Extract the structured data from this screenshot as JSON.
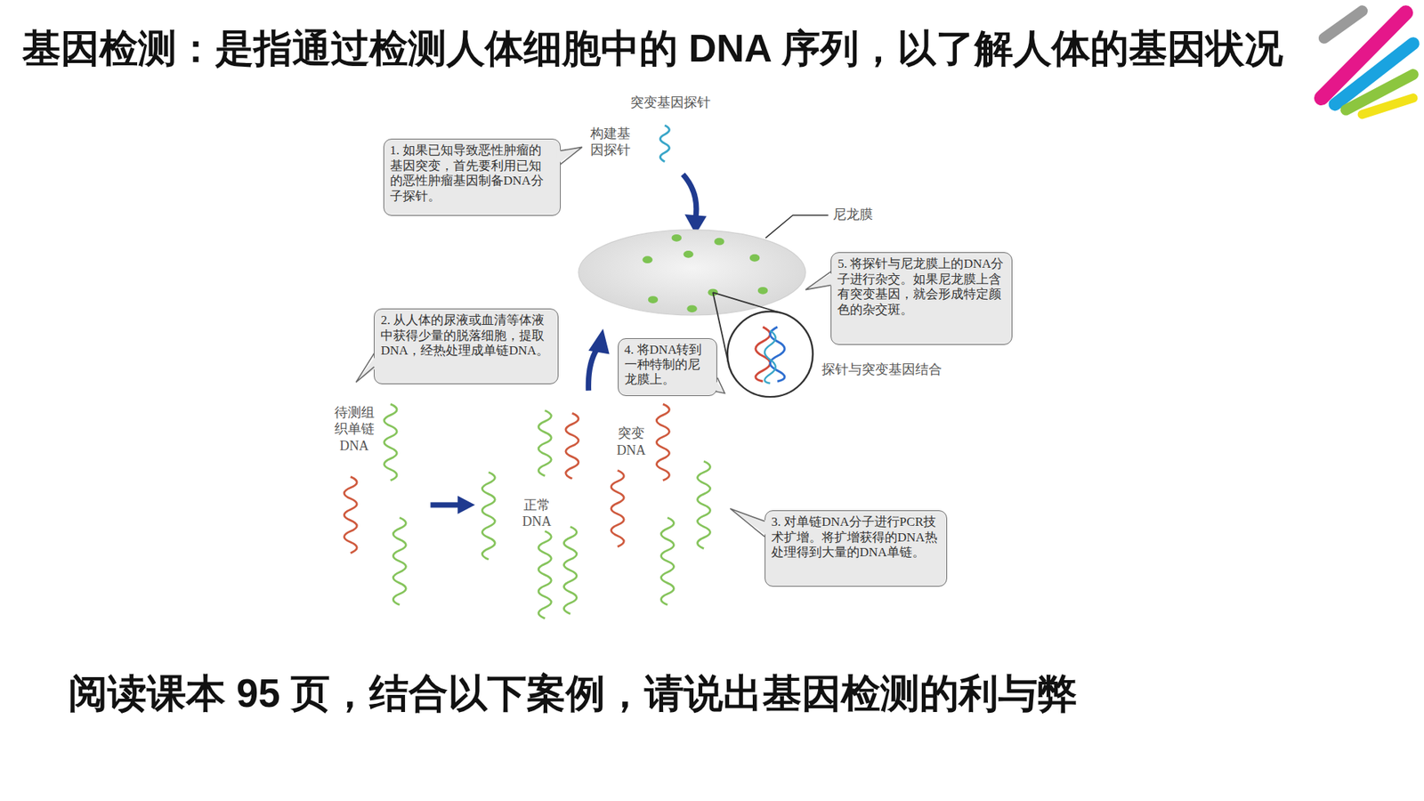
{
  "diagram": {
    "title": "基因检测：是指通过检测人体细胞中的 DNA 序列，以了解人体的基因状况",
    "caption": "阅读课本 95 页，结合以下案例，请说出基因检测的利与弊",
    "nodes": [
      {
        "text": [
          "1. 如果已知导致恶性肿瘤的基因突变，首先要利用已知的恶性肿瘤基因制备DNA分子探针。"
        ]
      },
      {
        "text": [
          "2. 从人体的尿液或血清等体液中获得少量的脱落细胞，提取DNA，经热处理成单链DNA。"
        ]
      },
      {
        "text": [
          "3. 对单链DNA分子进行PCR技术扩增。将扩增获得的DNA热处理得到大量的DNA单链。"
        ]
      },
      {
        "text": [
          "4. 将DNA转到一种特制的尼龙膜上。"
        ]
      },
      {
        "text": [
          "5. 将探针与尼龙膜上的DNA分子进行杂交。如果尼龙膜上含有突变基因，就会形成特定颜色的杂交斑。"
        ]
      }
    ],
    "labels": [
      "突变基因探针",
      "构建基 因探针",
      "尼龙膜",
      "探针与突变基因结合",
      "待测组 织单链 DNA",
      "正常 DNA",
      "突变 DNA"
    ]
  }
}
